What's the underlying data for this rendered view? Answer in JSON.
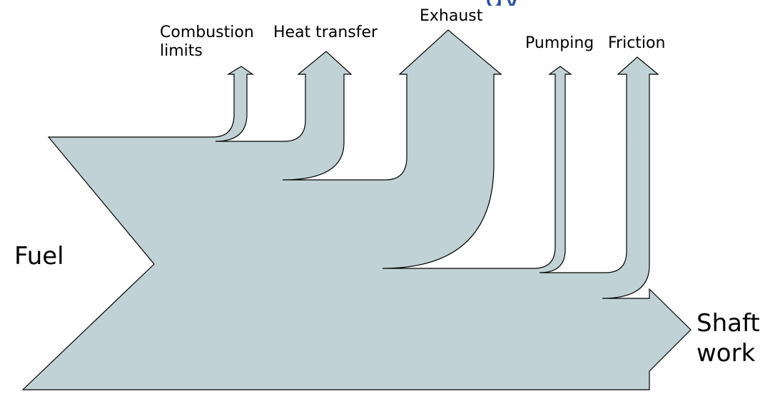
{
  "diagram": {
    "type": "sankey",
    "nodes": {
      "input": "Fuel",
      "output_line1": "Shaft",
      "output_line2": "work",
      "losses": [
        {
          "line1": "Combustion",
          "line2": "limits"
        },
        {
          "line1": "Heat transfer"
        },
        {
          "line1": "Exhaust"
        },
        {
          "line1": "Pumping"
        },
        {
          "line1": "Friction"
        }
      ]
    },
    "colors": {
      "flow_fill": "#c0d2d6",
      "outline": "#000000",
      "title_fragment": "#2c4fa6"
    },
    "title_fragment": "gy"
  }
}
